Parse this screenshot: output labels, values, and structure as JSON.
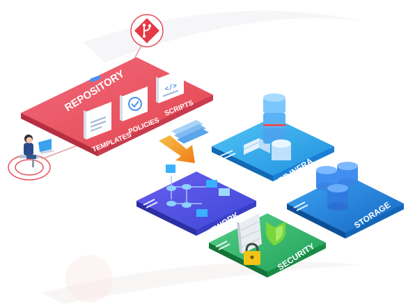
{
  "repository": {
    "title": "REPOSITORY",
    "items": [
      {
        "label": "TEMPLATES",
        "icon": "document-icon"
      },
      {
        "label": "POLICIES",
        "icon": "checkmark-icon"
      },
      {
        "label": "SCRIPTS",
        "icon": "code-icon"
      }
    ],
    "badge_icon": "git-branch-icon"
  },
  "user": {
    "icon": "user-at-laptop-icon"
  },
  "tiles": {
    "app_infra": {
      "label": "APP INFRA",
      "icon": "server-stack-icon"
    },
    "network": {
      "label": "NETWORK",
      "icon": "network-diagram-icon"
    },
    "storage": {
      "label": "STORAGE",
      "icon": "database-icon"
    },
    "security": {
      "label": "SECURITY",
      "icon": "shield-lock-icon"
    }
  },
  "colors": {
    "repository": "#e8505b",
    "app_infra": "#2aa6f0",
    "network": "#5b4fe0",
    "storage": "#1e88e5",
    "security": "#38b86a",
    "arrow": "#f39c12",
    "badge": "#e53945"
  }
}
